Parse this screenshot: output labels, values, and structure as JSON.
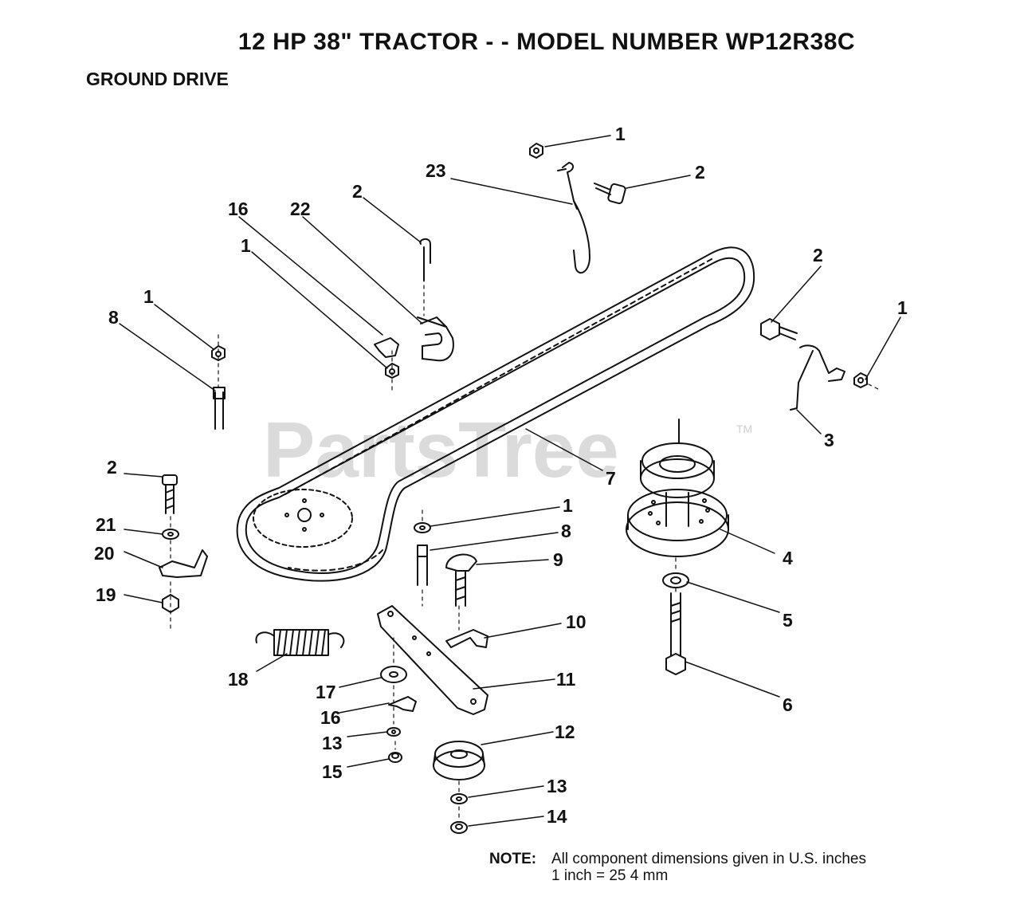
{
  "header": {
    "title": "12 HP 38\" TRACTOR - - MODEL NUMBER WP12R38C",
    "subtitle": "GROUND DRIVE"
  },
  "watermark": {
    "text": "PartsTree",
    "tm": "TM"
  },
  "callouts": [
    "1",
    "23",
    "2",
    "16",
    "22",
    "2",
    "1",
    "2",
    "1",
    "8",
    "1",
    "3",
    "7",
    "2",
    "1",
    "8",
    "21",
    "4",
    "20",
    "9",
    "19",
    "5",
    "10",
    "18",
    "11",
    "17",
    "16",
    "6",
    "12",
    "13",
    "15",
    "13",
    "14"
  ],
  "note": {
    "label": "NOTE:",
    "line1": "All component dimensions given in U.S. inches",
    "line2": "1 inch = 25 4 mm"
  }
}
